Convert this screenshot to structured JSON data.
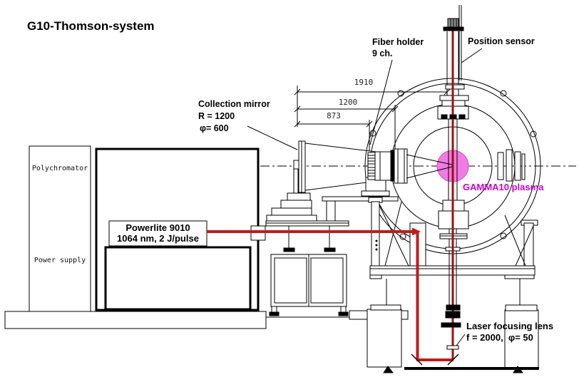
{
  "title": "G10-Thomson-system",
  "colors": {
    "laser_red": "#c41a1a",
    "laser_dark_red": "#9e1010",
    "plasma_fill": "#f27ae3",
    "plasma_stroke": "#d24ec7",
    "label_magenta": "#cc00cc",
    "line_black": "#000000"
  },
  "labels": {
    "fiber_holder_line1": "Fiber holder",
    "fiber_holder_line2": "9 ch.",
    "position_sensor": "Position sensor",
    "collection_mirror_line1": "Collection mirror",
    "collection_mirror_line2": "R = 1200",
    "collection_mirror_line3": "φ= 600",
    "gamma10_plasma": "GAMMA10 plasma",
    "laser_name": "Powerlite 9010",
    "laser_spec": "1064 nm, 2 J/pulse",
    "polychromator": "Polychromator",
    "power_supply": "Power supply",
    "focusing_lens_line1": "Laser focusing lens",
    "focusing_lens_line2": "f = 2000,  φ= 50"
  },
  "dimensions": {
    "horizontal_mm": [
      "1910",
      "1200",
      "873"
    ]
  }
}
